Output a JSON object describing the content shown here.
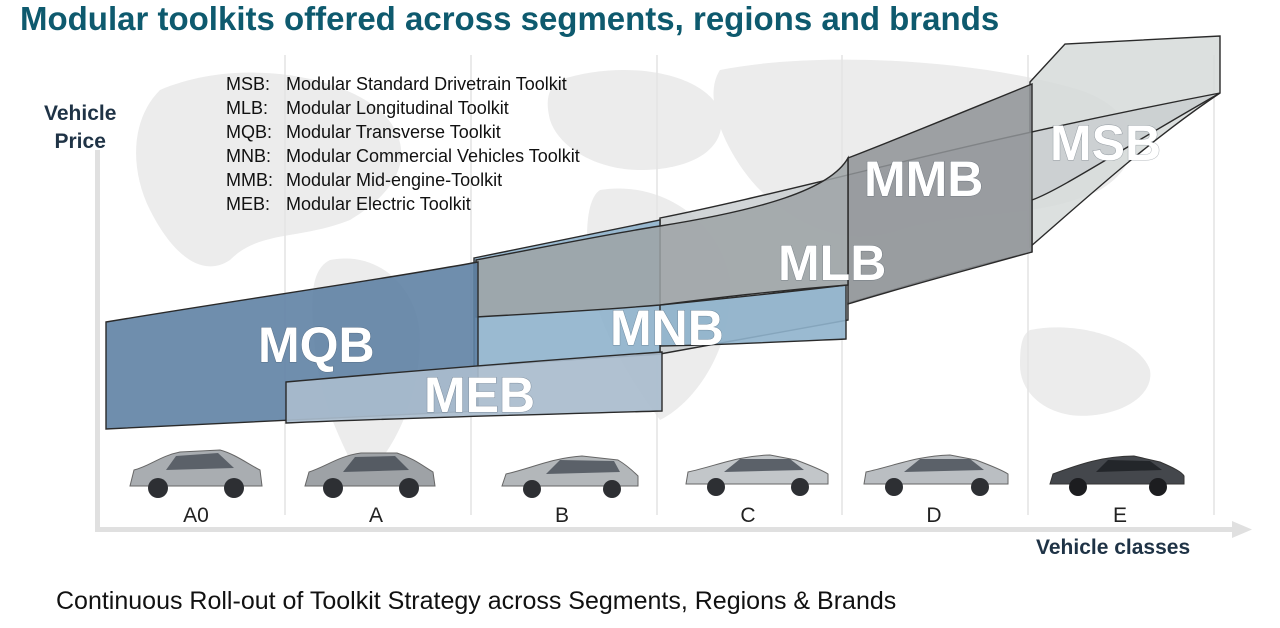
{
  "title": "Modular toolkits offered across segments, regions and brands",
  "legend": [
    {
      "abbr": "MSB:",
      "text": "Modular Standard Drivetrain Toolkit"
    },
    {
      "abbr": "MLB:",
      "text": "Modular Longitudinal Toolkit"
    },
    {
      "abbr": "MQB:",
      "text": "Modular Transverse Toolkit"
    },
    {
      "abbr": "MNB:",
      "text": "Modular Commercial Vehicles Toolkit"
    },
    {
      "abbr": "MMB:",
      "text": "Modular Mid-engine-Toolkit"
    },
    {
      "abbr": "MEB:",
      "text": "Modular Electric Toolkit"
    }
  ],
  "y_axis_label_line1": "Vehicle",
  "y_axis_label_line2": "Price",
  "x_axis_label": "Vehicle classes",
  "vehicle_classes": [
    "A0",
    "A",
    "B",
    "C",
    "D",
    "E"
  ],
  "toolkit_labels": {
    "mqb": "MQB",
    "meb": "MEB",
    "mnb": "MNB",
    "mlb": "MLB",
    "mmb": "MMB",
    "msb": "MSB"
  },
  "colors": {
    "title": "#0e5a6e",
    "mqb": "#5f82a4",
    "meb": "#a9bccd",
    "mnb": "#8fb2cc",
    "mlb": "#c9ced0",
    "mmb": "#8f9396",
    "msb": "#d6dbd9"
  },
  "footer": "Continuous Roll-out of Toolkit Strategy across Segments, Regions & Brands"
}
